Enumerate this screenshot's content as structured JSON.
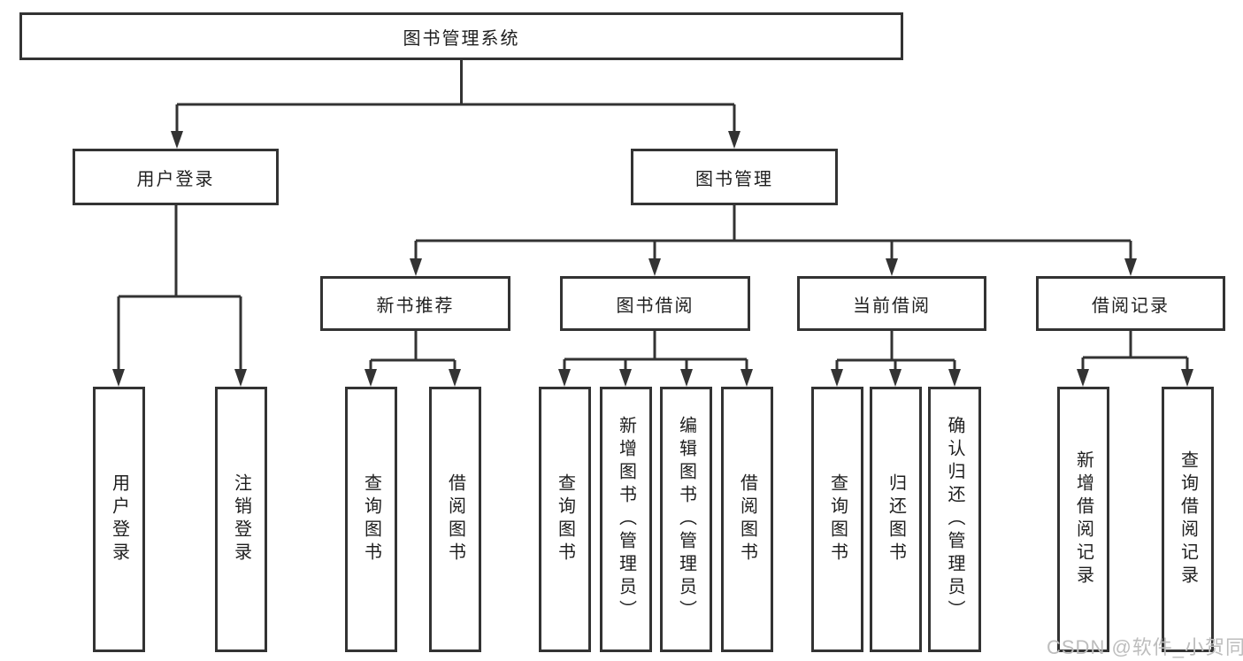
{
  "diagram": {
    "root": {
      "label": "图书管理系统"
    },
    "branches": [
      {
        "label": "用户登录",
        "children": [
          {
            "label": "用户登录"
          },
          {
            "label": "注销登录"
          }
        ]
      },
      {
        "label": "图书管理",
        "children": [
          {
            "label": "新书推荐",
            "children": [
              {
                "label": "查询图书"
              },
              {
                "label": "借阅图书"
              }
            ]
          },
          {
            "label": "图书借阅",
            "children": [
              {
                "label": "查询图书"
              },
              {
                "label": "新增图书（管理员）"
              },
              {
                "label": "编辑图书（管理员）"
              },
              {
                "label": "借阅图书"
              }
            ]
          },
          {
            "label": "当前借阅",
            "children": [
              {
                "label": "查询图书"
              },
              {
                "label": "归还图书"
              },
              {
                "label": "确认归还（管理员）"
              }
            ]
          },
          {
            "label": "借阅记录",
            "children": [
              {
                "label": "新增借阅记录"
              },
              {
                "label": "查询借阅记录"
              }
            ]
          }
        ]
      }
    ]
  },
  "watermark": {
    "text": "CSDN @软件_小贺同学"
  },
  "colors": {
    "line": "#333333",
    "border": "#333333",
    "text": "#1f1f1f",
    "watermark": "#bdbdbd",
    "background": "#ffffff"
  }
}
